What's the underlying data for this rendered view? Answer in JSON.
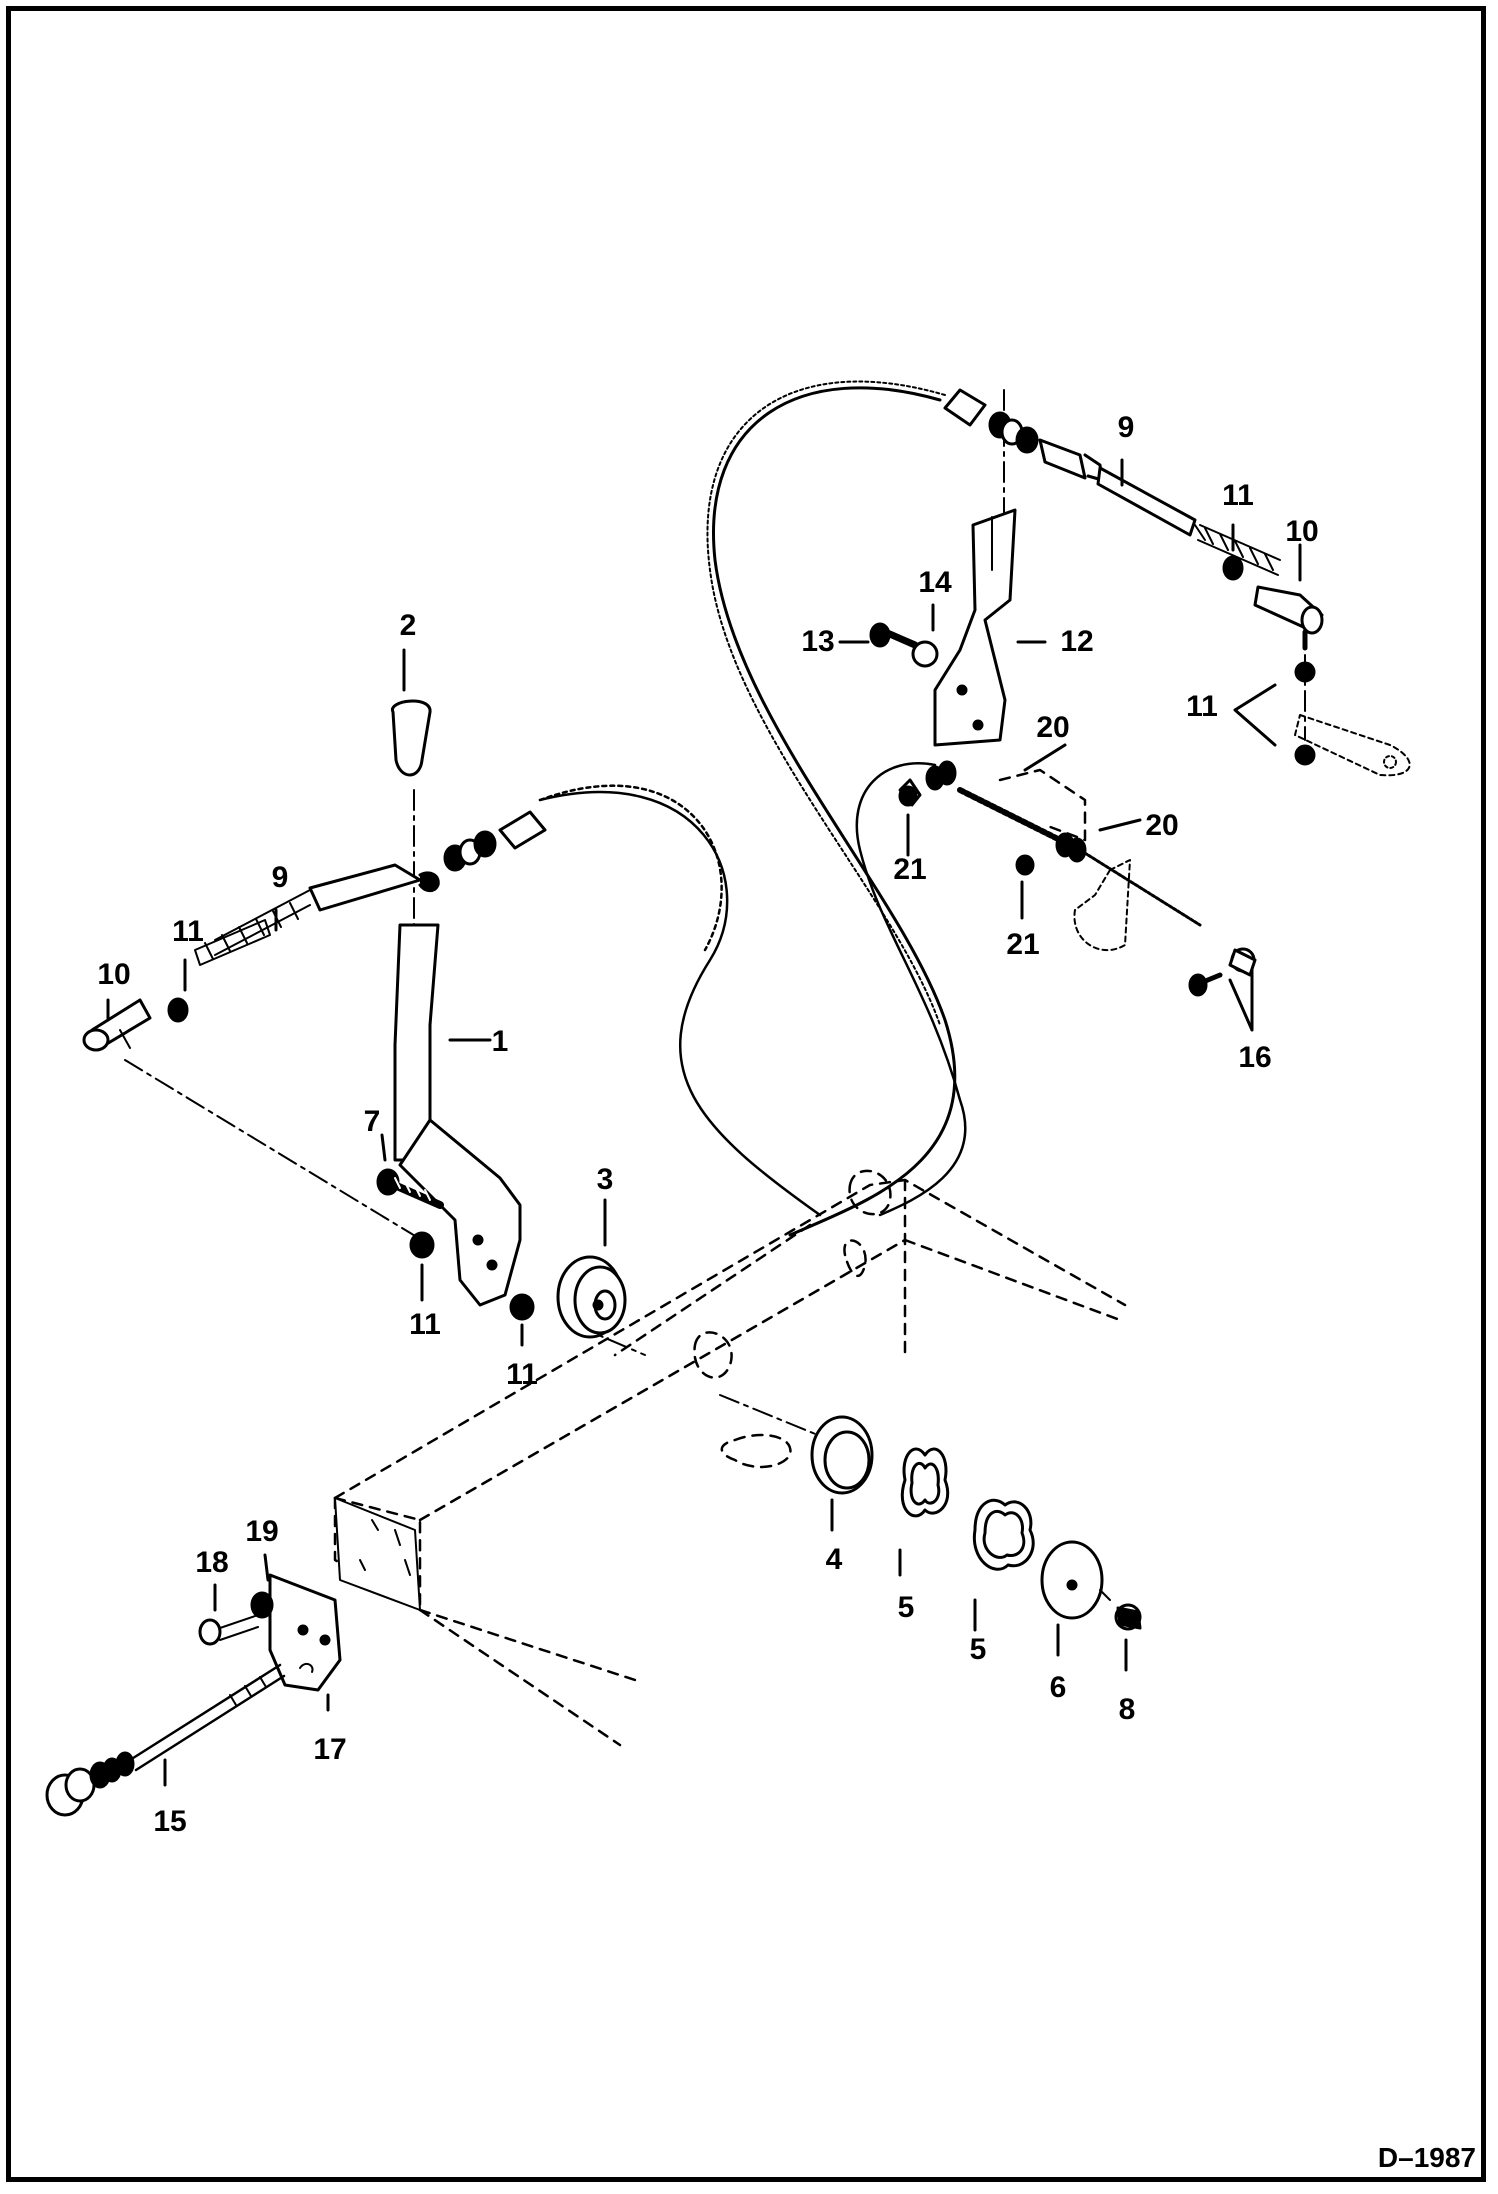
{
  "drawing_id": "D–1987",
  "callouts": {
    "c1": "1",
    "c2": "2",
    "c3": "3",
    "c4": "4",
    "c5a": "5",
    "c5b": "5",
    "c6": "6",
    "c7": "7",
    "c8": "8",
    "c9a": "9",
    "c9b": "9",
    "c10a": "10",
    "c10b": "10",
    "c11a": "11",
    "c11b": "11",
    "c11c": "11",
    "c11d": "11",
    "c11e": "11",
    "c12": "12",
    "c13": "13",
    "c14": "14",
    "c15": "15",
    "c16": "16",
    "c17": "17",
    "c18": "18",
    "c19": "19",
    "c20a": "20",
    "c20b": "20",
    "c21a": "21",
    "c21b": "21"
  }
}
